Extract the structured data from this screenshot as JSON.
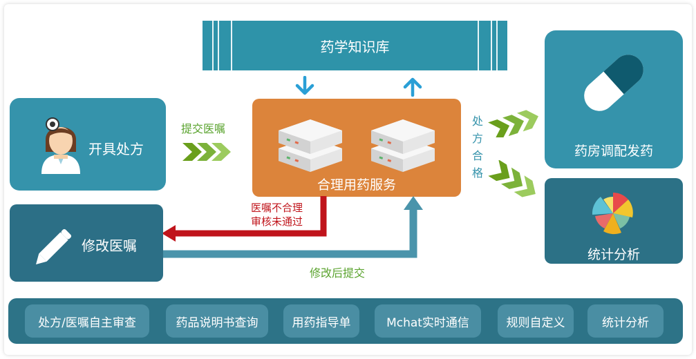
{
  "knowledge_base": {
    "label": "药学知识库"
  },
  "nodes": {
    "prescribe": "开具处方",
    "modify": "修改医嘱",
    "service": "合理用药服务",
    "pharmacy": "药房调配发药",
    "statistics": "统计分析"
  },
  "edges": {
    "submit_order": "提交医嘱",
    "rx_pass": [
      "处",
      "方",
      "合",
      "格"
    ],
    "reject": [
      "医嘱不合理",
      "审核未通过"
    ],
    "resubmit": "修改后提交"
  },
  "toolbar": {
    "items": [
      "处方/医嘱自主审查",
      "药品说明书查询",
      "用药指导单",
      "Mchat实时通信",
      "规则自定义",
      "统计分析"
    ]
  },
  "colors": {
    "teal": "#3593ab",
    "dark_teal": "#2c6f86",
    "orange": "#dc843b",
    "green": "#5aa32e",
    "red": "#c0141b"
  }
}
